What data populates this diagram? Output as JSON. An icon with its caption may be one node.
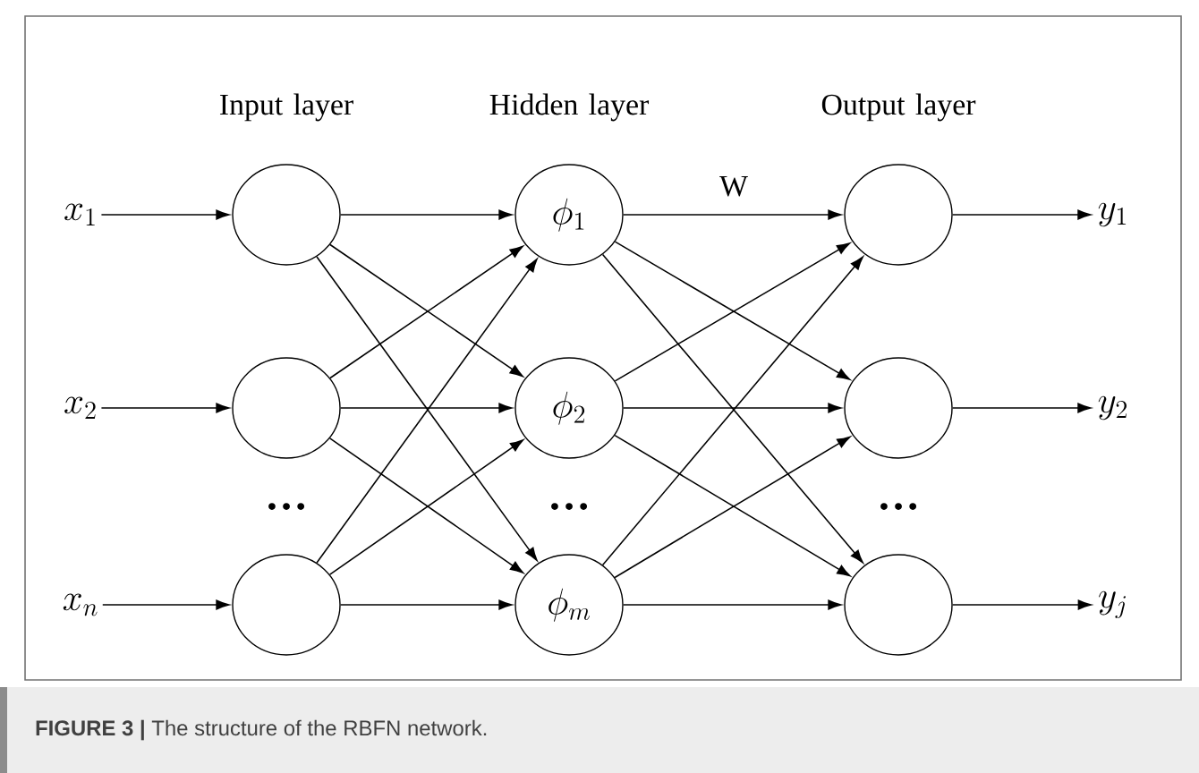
{
  "diagram": {
    "caption": "**FIGURE 3 |** The structure of the RBFN network.",
    "nodes": [
      {
        "text": [
          "x_1"
        ]
      },
      {
        "text": [
          "x_2"
        ]
      },
      {
        "text": [
          "x_n"
        ]
      },
      {
        "text": [],
        "shape": "circle"
      },
      {
        "text": [],
        "shape": "circle"
      },
      {
        "text": [],
        "shape": "circle"
      },
      {
        "text": [
          "\\phi_1"
        ]
      },
      {
        "text": [
          "\\phi_2"
        ]
      },
      {
        "text": [
          "\\phi_m"
        ]
      },
      {
        "text": [],
        "shape": "circle"
      },
      {
        "text": [],
        "shape": "circle"
      },
      {
        "text": [],
        "shape": "circle"
      },
      {
        "text": [
          "y_1"
        ]
      },
      {
        "text": [
          "y_2"
        ]
      },
      {
        "text": [
          "y_j"
        ]
      }
    ],
    "edges": [
      {
        "from": 0,
        "to": 3,
        "arrow": "to"
      },
      {
        "from": 1,
        "to": 4,
        "arrow": "to"
      },
      {
        "from": 2,
        "to": 5,
        "arrow": "to"
      },
      {
        "from": 3,
        "to": 6,
        "arrow": "to"
      },
      {
        "from": 3,
        "to": 7,
        "arrow": "to"
      },
      {
        "from": 3,
        "to": 8,
        "arrow": "to"
      },
      {
        "from": 4,
        "to": 6,
        "arrow": "to"
      },
      {
        "from": 4,
        "to": 7,
        "arrow": "to"
      },
      {
        "from": 4,
        "to": 8,
        "arrow": "to"
      },
      {
        "from": 5,
        "to": 6,
        "arrow": "to"
      },
      {
        "from": 5,
        "to": 7,
        "arrow": "to"
      },
      {
        "from": 5,
        "to": 8,
        "arrow": "to"
      },
      {
        "from": 6,
        "to": 9,
        "arrow": "to",
        "label": "W"
      },
      {
        "from": 6,
        "to": 10,
        "arrow": "to"
      },
      {
        "from": 6,
        "to": 11,
        "arrow": "to"
      },
      {
        "from": 7,
        "to": 9,
        "arrow": "to"
      },
      {
        "from": 7,
        "to": 10,
        "arrow": "to"
      },
      {
        "from": 7,
        "to": 11,
        "arrow": "to"
      },
      {
        "from": 8,
        "to": 9,
        "arrow": "to"
      },
      {
        "from": 8,
        "to": 10,
        "arrow": "to"
      },
      {
        "from": 8,
        "to": 11,
        "arrow": "to"
      },
      {
        "from": 9,
        "to": 12,
        "arrow": "to"
      },
      {
        "from": 10,
        "to": 13,
        "arrow": "to"
      },
      {
        "from": 11,
        "to": 14,
        "arrow": "to"
      }
    ],
    "labels": [
      "Input layer",
      "Hidden layer",
      "Output layer",
      "…",
      "…",
      "…"
    ]
  }
}
